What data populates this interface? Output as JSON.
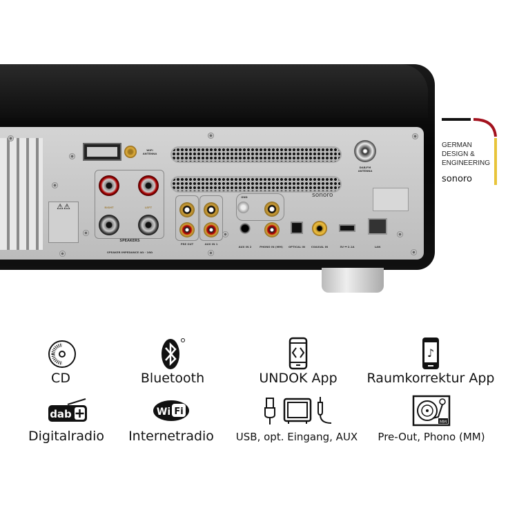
{
  "device": {
    "brand": "sonoro",
    "panel_labels": {
      "wifi_antenna": "WIFI ANTENNA",
      "dab_antenna": "DAB/FM ANTENNA",
      "speakers": "SPEAKERS",
      "speaker_impedance": "SPEAKER IMPEDANCE 4Ω - 16Ω",
      "right": "RIGHT",
      "left": "LEFT",
      "pre_out": "PRE OUT",
      "aux_in_1": "AUX IN 1",
      "aux_in_2": "AUX IN 2",
      "gnd": "GND",
      "phono_in": "PHONO IN (MM)",
      "optical_in": "OPTICAL IN",
      "coaxial_in": "COAXIAL IN",
      "usb_power": "5V ⎓ 2.1A",
      "lan": "LAN"
    }
  },
  "badge": {
    "lines": [
      "GERMAN",
      "DESIGN &",
      "ENGINEERING"
    ],
    "brand": "sonoro",
    "colors": {
      "black": "#111111",
      "red": "#a3121e",
      "gold": "#e8c43a"
    }
  },
  "features": [
    {
      "icon": "cd-icon",
      "label": "CD"
    },
    {
      "icon": "bluetooth-icon",
      "label": "Bluetooth"
    },
    {
      "icon": "undok-app-icon",
      "label": "UNDOK App"
    },
    {
      "icon": "room-correction-app-icon",
      "label": "Raumkorrektur App"
    },
    {
      "icon": "dab-plus-icon",
      "label": "Digitalradio"
    },
    {
      "icon": "wifi-icon",
      "label": "Internetradio"
    },
    {
      "icon": "usb-optical-aux-icon",
      "label": "USB, opt. Eingang, AUX"
    },
    {
      "icon": "turntable-icon",
      "label": "Pre-Out, Phono (MM)"
    }
  ],
  "icon_text": {
    "dab": "dab",
    "wi": "Wi",
    "fi": "Fi",
    "mm": "MM"
  }
}
